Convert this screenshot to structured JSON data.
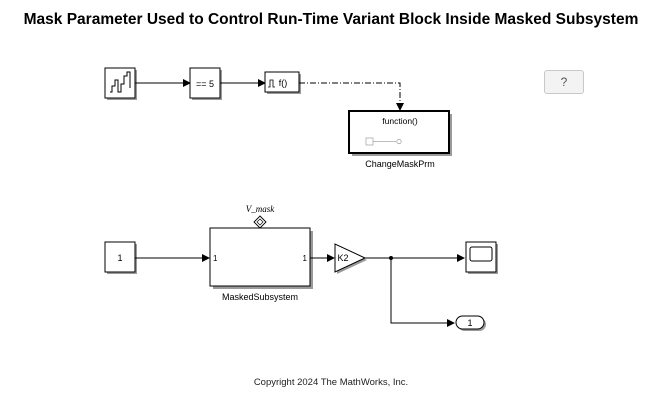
{
  "model": {
    "title": "Mask Parameter Used to Control Run-Time Variant Block Inside Masked Subsystem",
    "help_button": "?",
    "copyright": "Copyright 2024 The MathWorks, Inc."
  },
  "blocks": {
    "compare": {
      "label": "== 5"
    },
    "function_caller": {
      "label": "f()"
    },
    "function_subsystem": {
      "inner_label": "function()",
      "name": "ChangeMaskPrm"
    },
    "constant": {
      "value": "1"
    },
    "masked_subsystem": {
      "name": "MaskedSubsystem",
      "in_port": "1",
      "out_port": "1",
      "variant_label": "V_mask"
    },
    "gain": {
      "value": "K2"
    },
    "outport": {
      "number": "1"
    }
  },
  "colors": {
    "line": "#000000",
    "block_border": "#000000",
    "shadow": "#9a9a9a",
    "button_bg": "#f3f3f3"
  }
}
